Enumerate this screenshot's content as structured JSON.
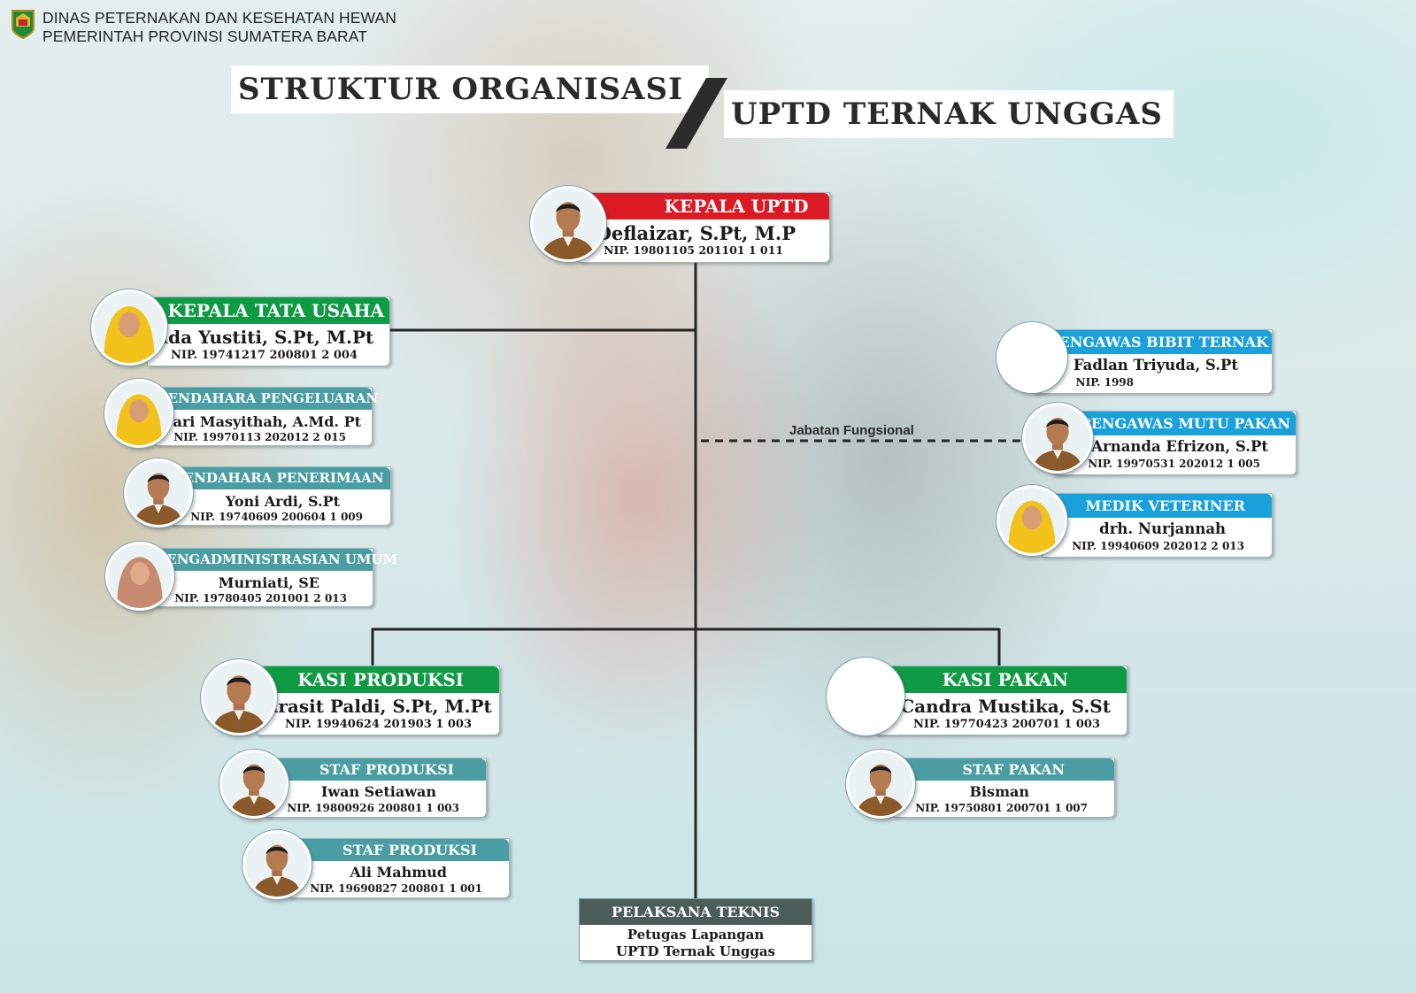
{
  "header": {
    "agency_line1": "DINAS PETERNAKAN DAN KESEHATAN HEWAN",
    "agency_line2": "PEMERINTAH PROVINSI SUMATERA BARAT"
  },
  "title": {
    "part1": "STRUKTUR ORGANISASI",
    "part2": "UPTD TERNAK UNGGAS"
  },
  "colors": {
    "head": "#dc1a24",
    "section": "#0f9a44",
    "staff": "#4a9ea3",
    "functional": "#1aa0db",
    "technical": "#4a5d59"
  },
  "kepala": {
    "role": "KEPALA UPTD",
    "name": "Deflaizar, S.Pt, M.P",
    "nip": "NIP. 19801105 201101 1 011"
  },
  "tata_usaha": {
    "head": {
      "role": "KEPALA TATA USAHA",
      "name": "Aida Yustiti, S.Pt, M.Pt",
      "nip": "NIP. 19741217 200801 2 004"
    },
    "staff": [
      {
        "role": "BENDAHARA PENGELUARAN",
        "name": "Sari Masyithah, A.Md. Pt",
        "nip": "NIP. 19970113 202012 2 015"
      },
      {
        "role": "BENDAHARA PENERIMAAN",
        "name": "Yoni Ardi, S.Pt",
        "nip": "NIP. 19740609 200604 1 009"
      },
      {
        "role": "PENGADMINISTRASIAN UMUM",
        "name": "Murniati, SE",
        "nip": "NIP. 19780405 201001 2 013"
      }
    ]
  },
  "fungsional": {
    "label": "Jabatan Fungsional",
    "items": [
      {
        "role": "PENGAWAS BIBIT TERNAK",
        "name": "Fadlan Triyuda, S.Pt",
        "nip": "NIP. 1998"
      },
      {
        "role": "PENGAWAS MUTU PAKAN",
        "name": "Arnanda Efrizon, S.Pt",
        "nip": "NIP. 19970531 202012 1 005"
      },
      {
        "role": "MEDIK VETERINER",
        "name": "drh. Nurjannah",
        "nip": "NIP. 19940609 202012 2 013"
      }
    ]
  },
  "produksi": {
    "head": {
      "role": "KASI PRODUKSI",
      "name": "Idrasit Paldi, S.Pt, M.Pt",
      "nip": "NIP. 19940624 201903 1 003"
    },
    "staff": [
      {
        "role": "STAF PRODUKSI",
        "name": "Iwan Setiawan",
        "nip": "NIP. 19800926 200801 1 003"
      },
      {
        "role": "STAF PRODUKSI",
        "name": "Ali Mahmud",
        "nip": "NIP. 19690827 200801 1 001"
      }
    ]
  },
  "pakan": {
    "head": {
      "role": "KASI PAKAN",
      "name": "Candra Mustika, S.St",
      "nip": "NIP. 19770423 200701 1 003"
    },
    "staff": [
      {
        "role": "STAF PAKAN",
        "name": "Bisman",
        "nip": "NIP. 19750801 200701 1 007"
      }
    ]
  },
  "pelaksana": {
    "role": "PELAKSANA TEKNIS",
    "line1": "Petugas Lapangan",
    "line2": "UPTD Ternak Unggas"
  }
}
